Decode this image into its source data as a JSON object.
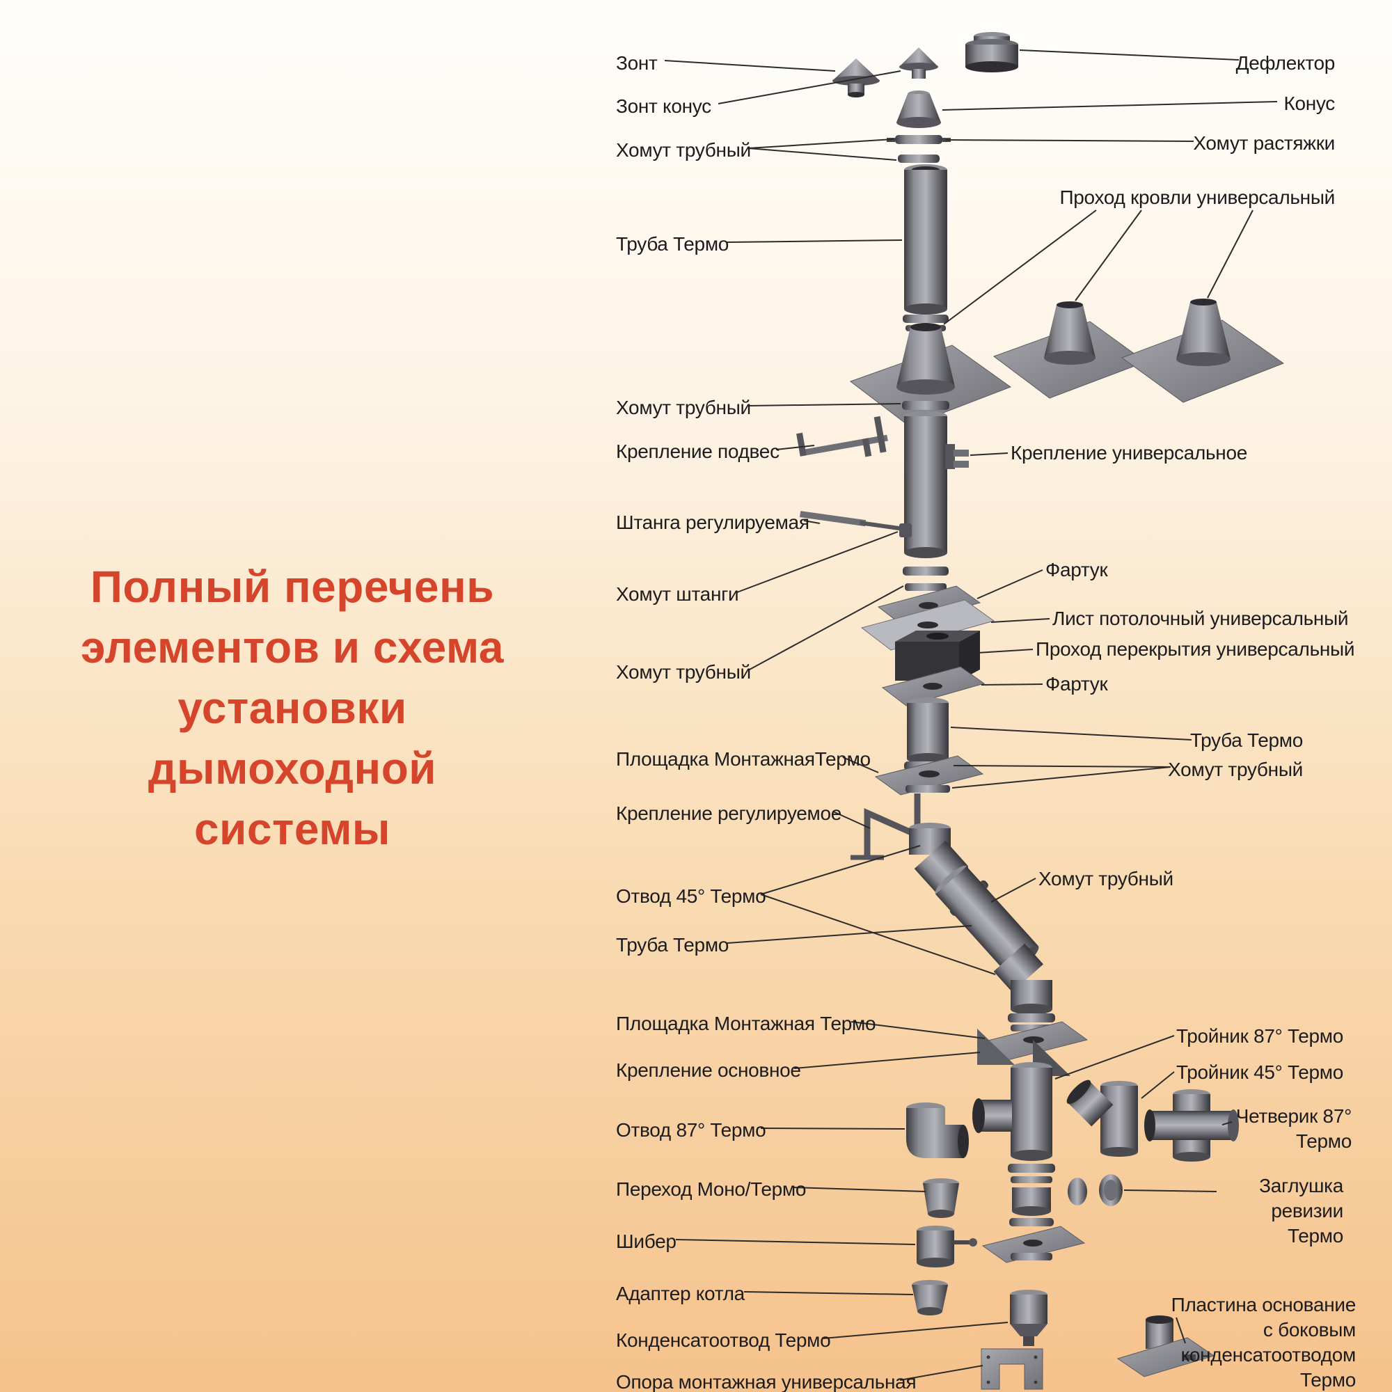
{
  "title": {
    "lines": [
      "Полный перечень",
      "элементов и схема",
      "установки",
      "дымоходной",
      "системы"
    ]
  },
  "labels": {
    "left": [
      {
        "text": "Зонт"
      },
      {
        "text": "Зонт конус"
      },
      {
        "text": "Хомут трубный"
      },
      {
        "text": "Труба Термо"
      },
      {
        "text": "Хомут трубный"
      },
      {
        "text": "Крепление подвес"
      },
      {
        "text": "Штанга регулируемая"
      },
      {
        "text": "Хомут штанги"
      },
      {
        "text": "Хомут трубный"
      },
      {
        "text": "Площадка МонтажнаяТермо"
      },
      {
        "text": "Крепление регулируемое"
      },
      {
        "text": "Отвод 45° Термо"
      },
      {
        "text": "Труба Термо"
      },
      {
        "text": "Площадка Монтажная Термо"
      },
      {
        "text": "Крепление основное"
      },
      {
        "text": "Отвод 87° Термо"
      },
      {
        "text": "Переход Моно/Термо"
      },
      {
        "text": "Шибер"
      },
      {
        "text": "Адаптер котла"
      },
      {
        "text": "Конденсатоотвод Термо"
      },
      {
        "text": "Опора монтажная универсальная"
      }
    ],
    "right": [
      {
        "text": "Дефлектор"
      },
      {
        "text": "Конус"
      },
      {
        "text": "Хомут растяжки"
      },
      {
        "text": "Проход кровли универсальный"
      },
      {
        "text": "Крепление универсальное"
      },
      {
        "text": "Фартук"
      },
      {
        "text": "Лист потолочный универсальный"
      },
      {
        "text": "Проход перекрытия универсальный"
      },
      {
        "text": "Фартук"
      },
      {
        "text": "Труба Термо"
      },
      {
        "text": "Хомут трубный"
      },
      {
        "text": "Хомут трубный"
      },
      {
        "text": "Тройник 87° Термо"
      },
      {
        "text": "Тройник 45° Термо"
      },
      {
        "text": "Четверик 87° Термо"
      },
      {
        "text": "Заглушка ревизии Термо"
      },
      {
        "text": "Пластина основание с боковым конденсатоотводом Термо"
      }
    ]
  },
  "colors": {
    "title": "#d5452c",
    "background_top": "#fffefc",
    "background_bottom": "#f5c28c",
    "metal_dark": "#3c3c40",
    "metal_light": "#b3b4ba",
    "leader_line": "#2b2b2b"
  }
}
